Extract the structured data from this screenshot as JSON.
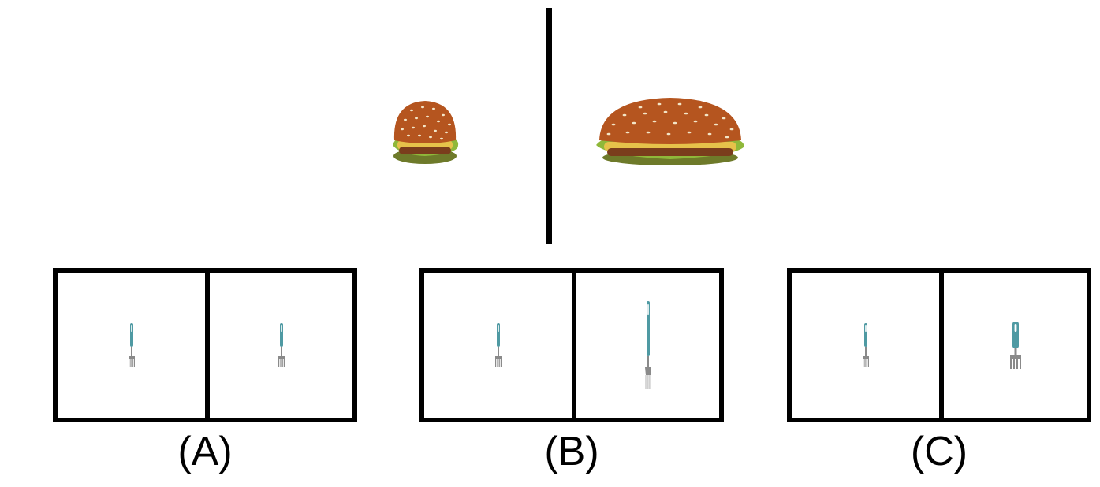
{
  "top_scene": {
    "left_object": "hamburger-small",
    "right_object": "hamburger-wide"
  },
  "options": [
    {
      "label": "(A)",
      "left_item": "fork-small",
      "right_item": "fork-small"
    },
    {
      "label": "(B)",
      "left_item": "fork-small",
      "right_item": "fork-tall"
    },
    {
      "label": "(C)",
      "left_item": "fork-small",
      "right_item": "fork-wide"
    }
  ],
  "colors": {
    "bun": "#b5551f",
    "seed": "#f3e6c8",
    "lettuce": "#8fb83a",
    "cheese": "#e6c24a",
    "fork_handle": "#4f9aa3",
    "fork_metal": "#8a8a8a",
    "frame": "#000000"
  }
}
